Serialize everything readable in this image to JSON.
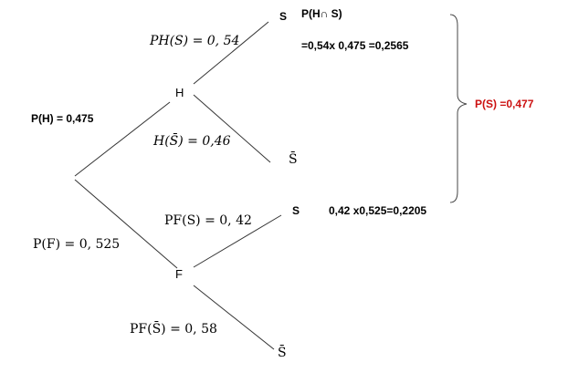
{
  "tree": {
    "root": {
      "left_branch_H": {
        "prob_label": "P(H) = 0,475"
      },
      "left_branch_F": {
        "prob_label": "P(F) = 0, 525"
      }
    },
    "H": {
      "node": "H",
      "to_S": {
        "prob_label": "PH(S) = 0, 54",
        "leaf": "S"
      },
      "to_Sbar": {
        "prob_label": "H(S̄) = 0,46",
        "leaf": "S̄"
      }
    },
    "F": {
      "node": "F",
      "to_S": {
        "prob_label": "PF(S) = 0, 42",
        "leaf": "S"
      },
      "to_Sbar": {
        "prob_label": "PF(S̄) = 0, 58",
        "leaf": "S̄"
      }
    }
  },
  "calculations": {
    "h_inter_s_header": "P(H∩ S)",
    "h_inter_s_value": "=0,54x 0,475 =0,2565",
    "f_inter_s_value": "0,42 x0,525=0,2205",
    "total": "P(S) =0,477"
  },
  "colors": {
    "total_text": "#cc1111",
    "lines": "#333333"
  }
}
